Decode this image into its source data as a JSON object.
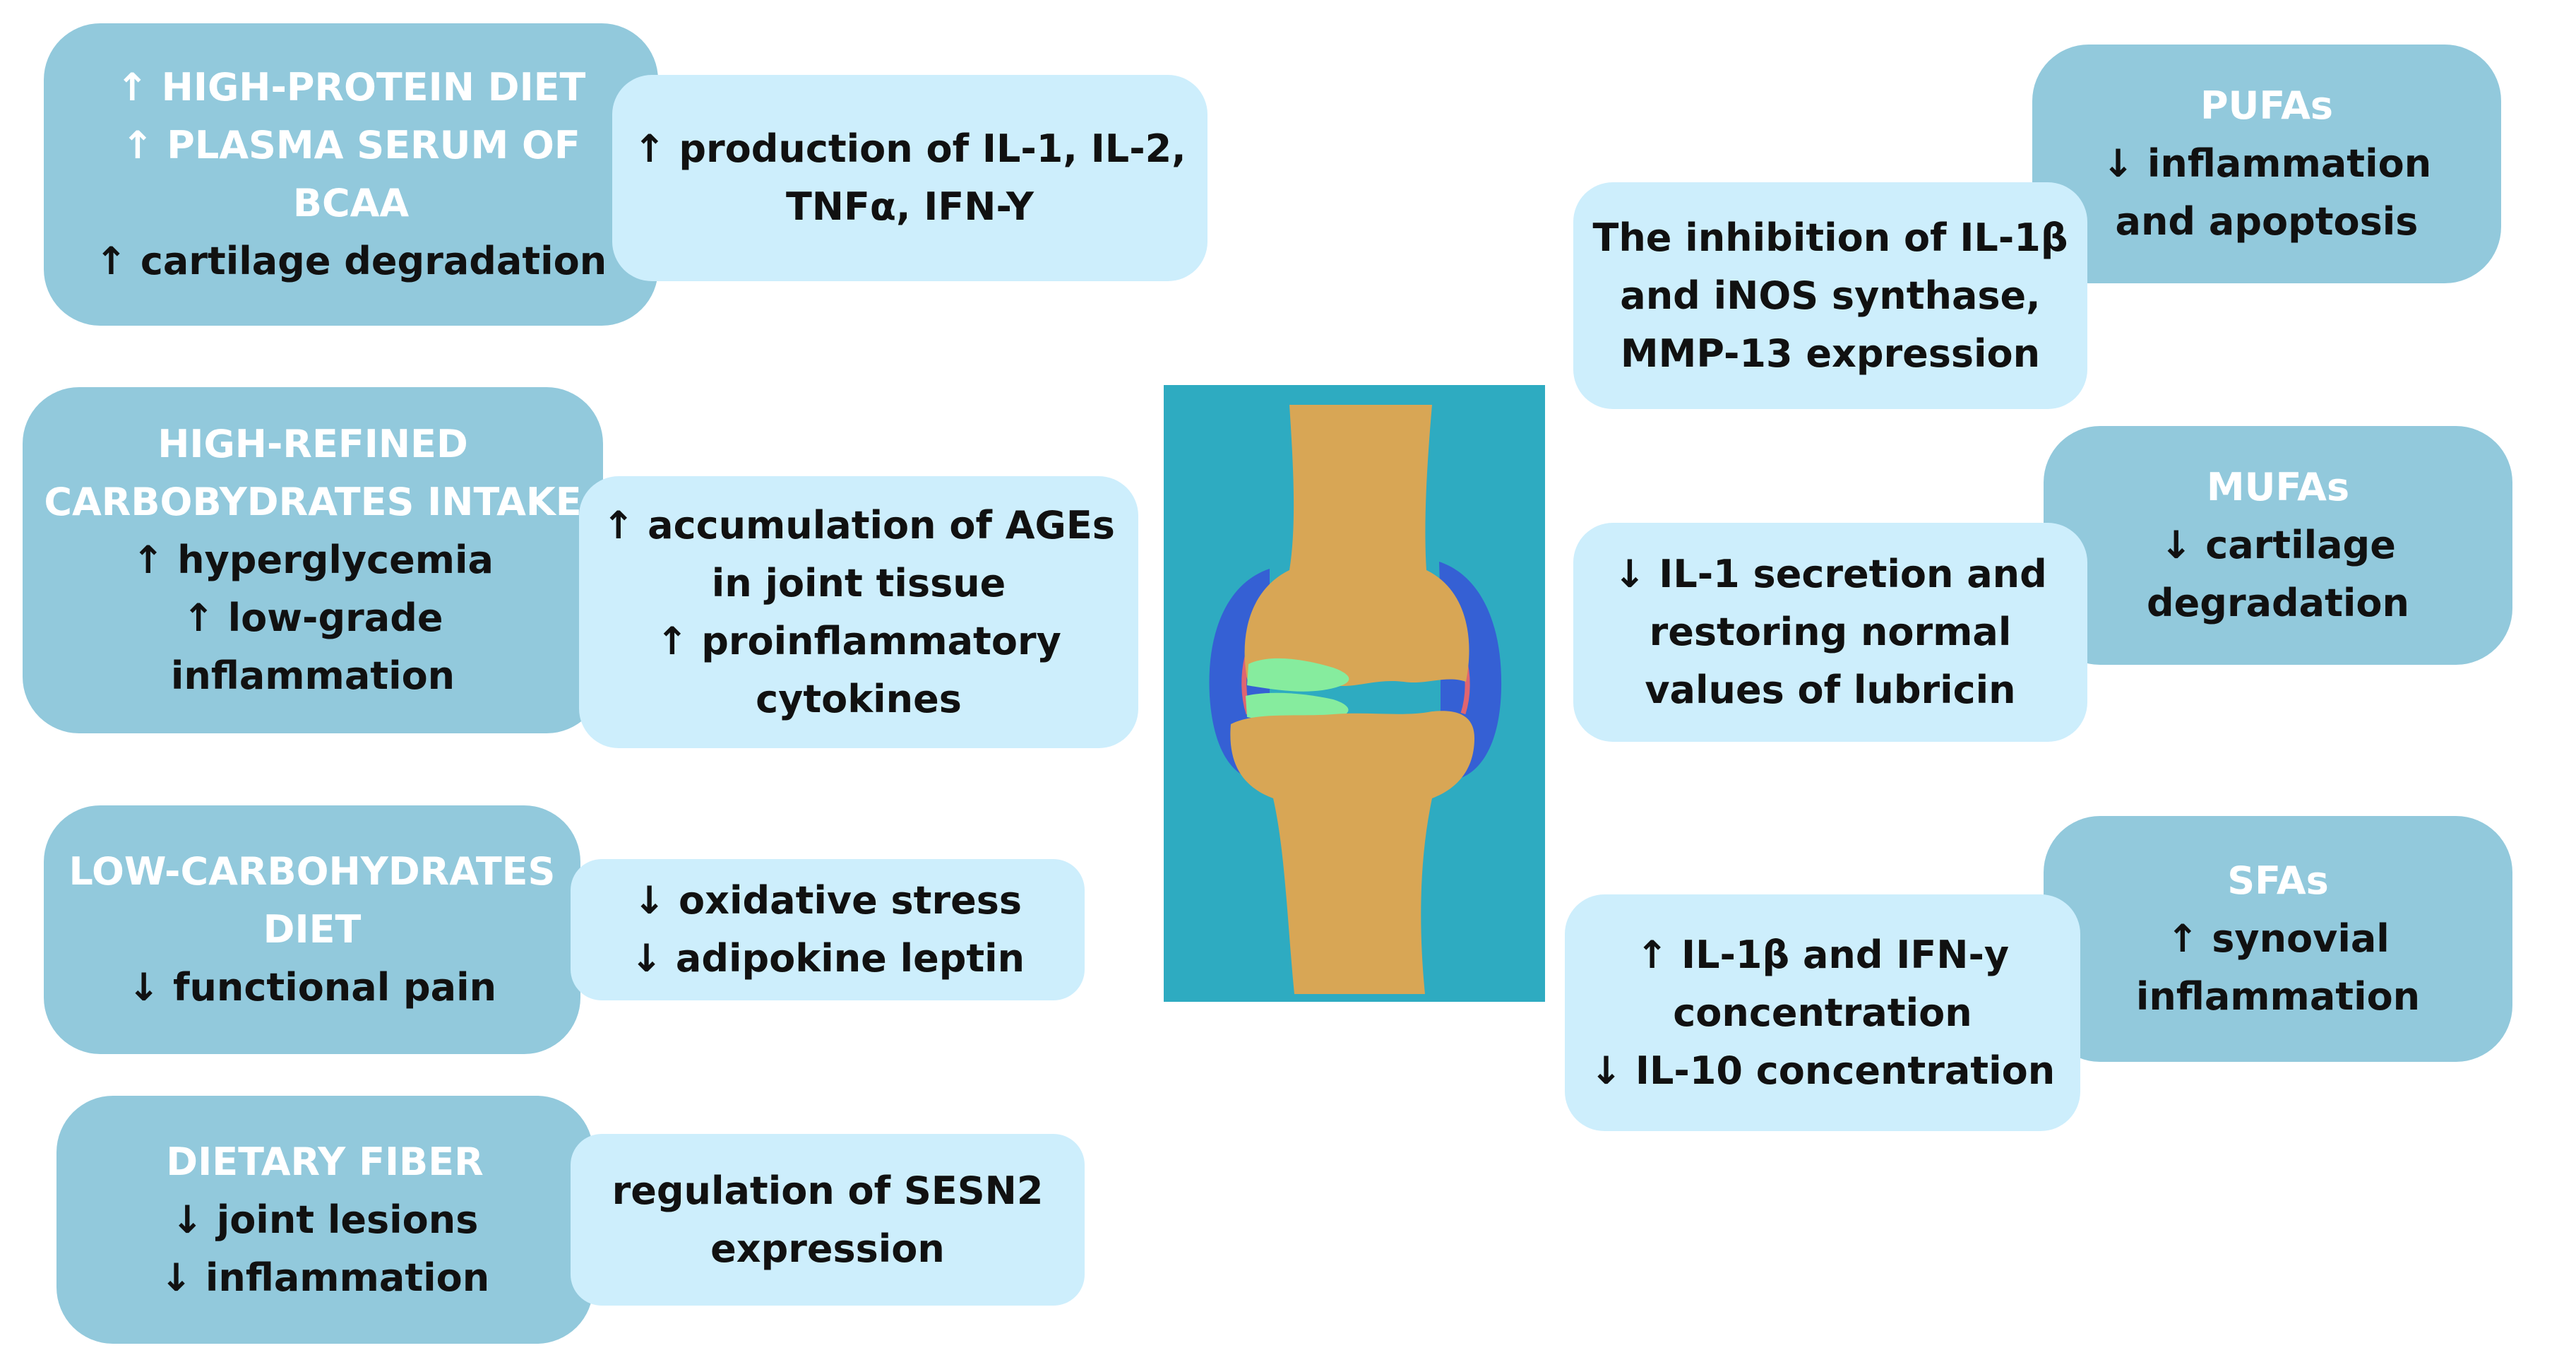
{
  "colors": {
    "dark_box": "#92c9dc",
    "light_box": "#cdeefc",
    "heading_text": "#ffffff",
    "body_text": "#111111",
    "joint_background": "#2eabc1",
    "bone": "#d8a655",
    "synovium": "#3560d4",
    "cartilage": "#86ec9e",
    "capsule_edge": "#e0656f"
  },
  "up_arrow": "↑",
  "down_arrow": "↓",
  "left": {
    "protein": {
      "factor": {
        "l1": "HIGH-PROTEIN DIET",
        "l2": "PLASMA SERUM OF",
        "l3": "BCAA",
        "l4": "cartilage degradation"
      },
      "effect": {
        "l1": "production of IL-1, IL-2,",
        "l2": "TNFα, IFN-Y"
      }
    },
    "refined_carbs": {
      "factor": {
        "l1": "HIGH-REFINED",
        "l2": "CARBOBYDRATES INTAKE",
        "l3": "hyperglycemia",
        "l4": "low-grade",
        "l5": "inflammation"
      },
      "effect": {
        "l1": "accumulation of AGEs",
        "l2": "in joint tissue",
        "l3": "proinflammatory",
        "l4": "cytokines"
      }
    },
    "low_carb": {
      "factor": {
        "l1": "LOW-CARBOHYDRATES",
        "l2": "DIET",
        "l3": "functional pain"
      },
      "effect": {
        "l1": "oxidative stress",
        "l2": "adipokine leptin"
      }
    },
    "fiber": {
      "factor": {
        "l1": "DIETARY FIBER",
        "l2": "joint lesions",
        "l3": "inflammation"
      },
      "effect": {
        "l1": "regulation of SESN2",
        "l2": "expression"
      }
    }
  },
  "right": {
    "pufa": {
      "factor": {
        "l1": "PUFAs",
        "l2": "inflammation",
        "l3": "and apoptosis"
      },
      "effect": {
        "l1": "The inhibition of IL-1β",
        "l2": "and iNOS synthase,",
        "l3": "MMP-13 expression"
      }
    },
    "mufa": {
      "factor": {
        "l1": "MUFAs",
        "l2": "cartilage",
        "l3": "degradation"
      },
      "effect": {
        "l1": "IL-1 secretion and",
        "l2": "restoring normal",
        "l3": "values of lubricin"
      }
    },
    "sfa": {
      "factor": {
        "l1": "SFAs",
        "l2": "synovial",
        "l3": "inflammation"
      },
      "effect": {
        "l1": "IL-1β and IFN-y",
        "l2": "concentration",
        "l3": "IL-10 concentration"
      }
    }
  }
}
